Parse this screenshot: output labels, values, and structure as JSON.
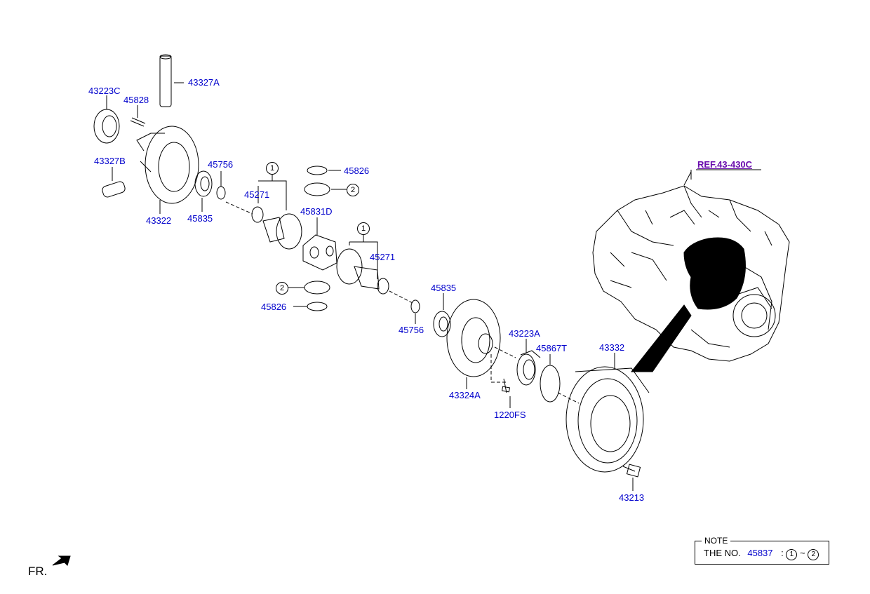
{
  "ref_label": "REF.43-430C",
  "front_label": "FR.",
  "parts": {
    "p43327A": "43327A",
    "p43223C": "43223C",
    "p45828": "45828",
    "p43327B": "43327B",
    "p43322": "43322",
    "p45756_a": "45756",
    "p45835_a": "45835",
    "p45271_a": "45271",
    "p45826_a": "45826",
    "p45831D": "45831D",
    "p45271_b": "45271",
    "p45826_b": "45826",
    "p45835_b": "45835",
    "p45756_b": "45756",
    "p43324A": "43324A",
    "p43223A": "43223A",
    "p45867T": "45867T",
    "p1220FS": "1220FS",
    "p43332": "43332",
    "p43213": "43213"
  },
  "callouts": {
    "c1_top": "1",
    "c2_top": "2",
    "c1_mid": "1",
    "c2_mid": "2"
  },
  "note": {
    "title": "NOTE",
    "prefix": "THE NO.",
    "part_no": "45837",
    "range_sep": ":",
    "from": "1",
    "tilde": "~",
    "to": "2"
  },
  "colors": {
    "label": "#0000cc",
    "ref": "#6a0dad",
    "line": "#000000"
  }
}
